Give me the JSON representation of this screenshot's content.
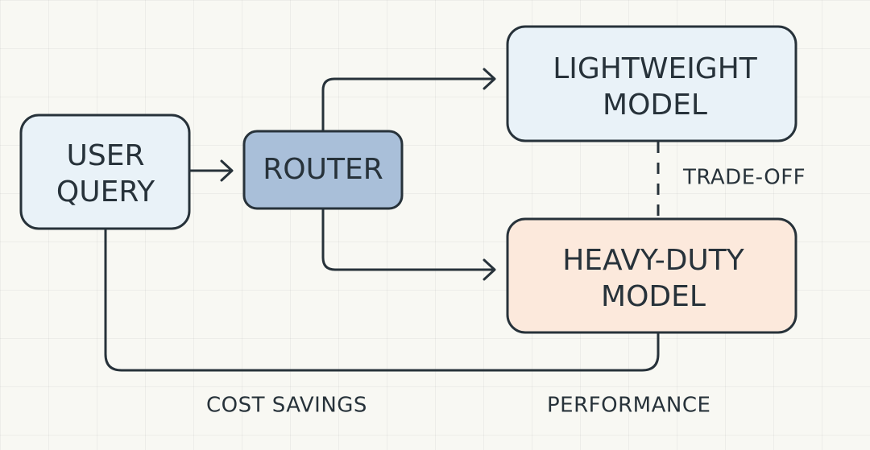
{
  "nodes": {
    "user_query": {
      "line1": "USER",
      "line2": "QUERY",
      "fill": "#e9f2f8",
      "stroke": "#27323a"
    },
    "router": {
      "label": "ROUTER",
      "fill": "#a9bfd9",
      "stroke": "#27323a"
    },
    "lightweight_model": {
      "line1": "LIGHTWEIGHT",
      "line2": "MODEL",
      "fill": "#e9f2f8",
      "stroke": "#27323a"
    },
    "heavy_duty_model": {
      "line1": "HEAVY-DUTY",
      "line2": "MODEL",
      "fill": "#fce9dc",
      "stroke": "#27323a"
    }
  },
  "labels": {
    "trade_off": "TRADE-OFF",
    "cost_savings": "COST SAVINGS",
    "performance": "PERFORMANCE"
  },
  "edges": [
    {
      "from": "user_query",
      "to": "router",
      "style": "arrow"
    },
    {
      "from": "router",
      "to": "lightweight_model",
      "style": "arrow"
    },
    {
      "from": "router",
      "to": "heavy_duty_model",
      "style": "arrow"
    },
    {
      "from": "lightweight_model",
      "to": "heavy_duty_model",
      "style": "dashed",
      "label": "TRADE-OFF"
    },
    {
      "from": "user_query",
      "to": "heavy_duty_model",
      "style": "line"
    }
  ]
}
